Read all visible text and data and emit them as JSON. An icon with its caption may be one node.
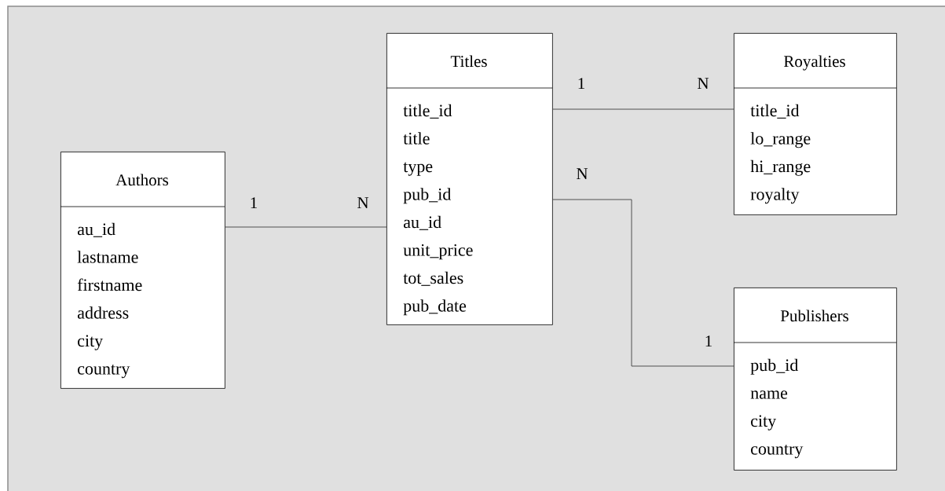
{
  "diagram": {
    "nodes": [
      {
        "text": [
          "Authors",
          "au_id",
          "lastname",
          "firstname",
          "address",
          "city",
          "country"
        ]
      },
      {
        "text": [
          "Titles",
          "title_id",
          "title",
          "type",
          "pub_id",
          "au_id",
          "unit_price",
          "tot_sales",
          "pub_date"
        ]
      },
      {
        "text": [
          "Royalties",
          "title_id",
          "lo_range",
          "hi_range",
          "royalty"
        ]
      },
      {
        "text": [
          "Publishers",
          "pub_id",
          "name",
          "city",
          "country"
        ]
      }
    ],
    "edges": [
      {
        "from": 0,
        "to": 1,
        "arrow": "none"
      },
      {
        "from": 1,
        "to": 2,
        "arrow": "none"
      },
      {
        "from": 1,
        "to": 3,
        "arrow": "none"
      }
    ],
    "labels": [
      "1",
      "N",
      "1",
      "N",
      "N",
      "1"
    ]
  }
}
